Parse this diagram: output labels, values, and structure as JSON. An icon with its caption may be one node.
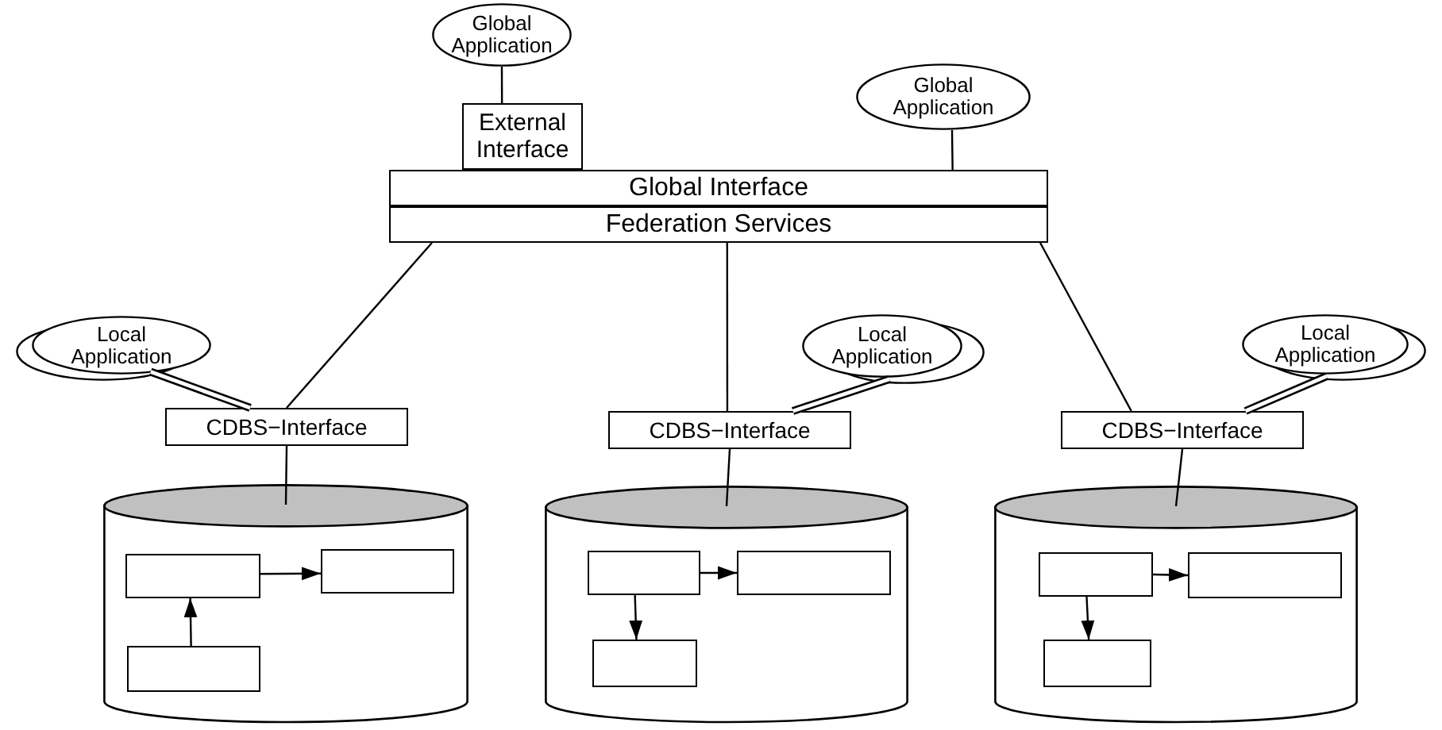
{
  "diagram": {
    "nodes": [
      {
        "text": [
          "Global Application"
        ]
      },
      {
        "text": [
          "External Interface"
        ]
      },
      {
        "text": [
          "Global Interface"
        ]
      },
      {
        "text": [
          "Federation Services"
        ]
      },
      {
        "text": [
          "Global Application"
        ]
      },
      {
        "text": [
          "Local Application"
        ]
      },
      {
        "text": [
          "CDBS−Interface"
        ]
      },
      {
        "text": [],
        "shape": "cylinder"
      },
      {
        "text": [],
        "shape": "box",
        "in": 7
      },
      {
        "text": [],
        "shape": "box",
        "in": 7
      },
      {
        "text": [],
        "shape": "box",
        "in": 7
      },
      {
        "text": [
          "Local Application"
        ]
      },
      {
        "text": [
          "CDBS−Interface"
        ]
      },
      {
        "text": [],
        "shape": "cylinder"
      },
      {
        "text": [],
        "shape": "box",
        "in": 13
      },
      {
        "text": [],
        "shape": "box",
        "in": 13
      },
      {
        "text": [],
        "shape": "box",
        "in": 13
      },
      {
        "text": [
          "Local Application"
        ]
      },
      {
        "text": [
          "CDBS−Interface"
        ]
      },
      {
        "text": [],
        "shape": "cylinder"
      },
      {
        "text": [],
        "shape": "box",
        "in": 19
      },
      {
        "text": [],
        "shape": "box",
        "in": 19
      },
      {
        "text": [],
        "shape": "box",
        "in": 19
      }
    ],
    "edges": [
      {
        "from": 0,
        "to": 1,
        "arrow": "none"
      },
      {
        "from": 4,
        "to": 2,
        "arrow": "none"
      },
      {
        "from": 3,
        "to": 6,
        "arrow": "none"
      },
      {
        "from": 3,
        "to": 12,
        "arrow": "none"
      },
      {
        "from": 3,
        "to": 18,
        "arrow": "none"
      },
      {
        "from": 5,
        "to": 6,
        "arrow": "none",
        "style": "thick"
      },
      {
        "from": 11,
        "to": 12,
        "arrow": "none",
        "style": "thick"
      },
      {
        "from": 17,
        "to": 18,
        "arrow": "none",
        "style": "thick"
      },
      {
        "from": 6,
        "to": 7,
        "arrow": "none"
      },
      {
        "from": 12,
        "to": 13,
        "arrow": "none"
      },
      {
        "from": 18,
        "to": 19,
        "arrow": "none"
      },
      {
        "from": 8,
        "to": 9,
        "arrow": "to"
      },
      {
        "from": 10,
        "to": 8,
        "arrow": "to"
      },
      {
        "from": 14,
        "to": 15,
        "arrow": "to"
      },
      {
        "from": 14,
        "to": 16,
        "arrow": "to"
      },
      {
        "from": 20,
        "to": 21,
        "arrow": "to"
      },
      {
        "from": 20,
        "to": 22,
        "arrow": "to"
      }
    ]
  }
}
